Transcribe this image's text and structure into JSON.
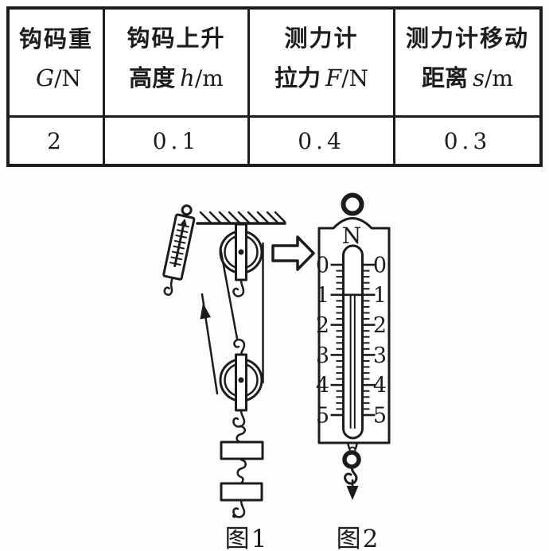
{
  "table": {
    "slash": "/",
    "columns": [
      {
        "title": "钩码重",
        "sub": "",
        "variable": "G",
        "unit": "N",
        "value": "2"
      },
      {
        "title": "钩码上升",
        "sub": "高度",
        "variable": "h",
        "unit": "m",
        "value": "0.1"
      },
      {
        "title": "测力计",
        "sub": "拉力",
        "variable": "F",
        "unit": "N",
        "value": "0.4"
      },
      {
        "title": "测力计移动",
        "sub": "距离",
        "variable": "s",
        "unit": "m",
        "value": "0.3"
      }
    ]
  },
  "figure1": {
    "caption": "图1"
  },
  "figure2": {
    "caption": "图2",
    "unit_label": "N",
    "scale_labels": [
      "0",
      "1",
      "2",
      "3",
      "4",
      "5"
    ],
    "minor_per_major": 5,
    "reading": 1
  },
  "colors": {
    "ink": "#1c1c1c",
    "paper": "#ffffff"
  }
}
